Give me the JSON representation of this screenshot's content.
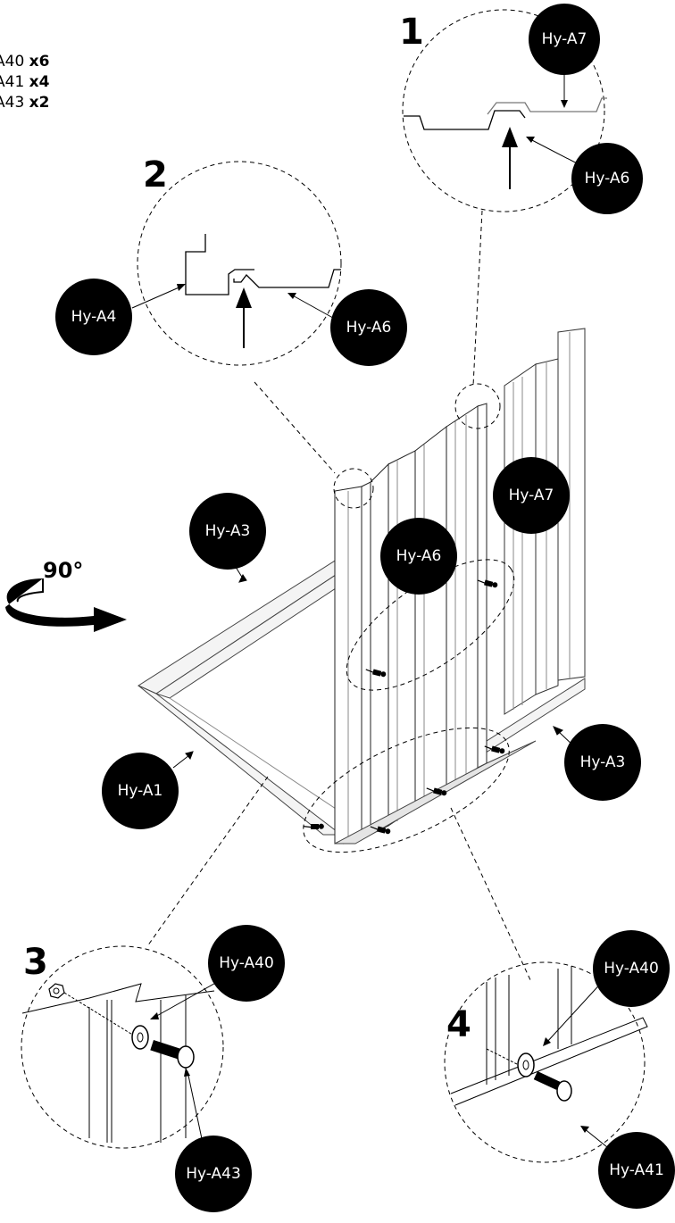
{
  "parts_list": [
    {
      "code": "A40",
      "qty": "x6"
    },
    {
      "code": "A41",
      "qty": "x4"
    },
    {
      "code": "A43",
      "qty": "x2"
    }
  ],
  "steps": [
    "1",
    "2",
    "3",
    "4"
  ],
  "rotation_label": "90°",
  "callouts": {
    "s1_a7": "Hy-A7",
    "s1_a6": "Hy-A6",
    "s2_a4": "Hy-A4",
    "s2_a6": "Hy-A6",
    "main_a3_left": "Hy-A3",
    "main_a6": "Hy-A6",
    "main_a7": "Hy-A7",
    "main_a1": "Hy-A1",
    "main_a3_right": "Hy-A3",
    "s3_a40": "Hy-A40",
    "s3_a43": "Hy-A43",
    "s4_a40": "Hy-A40",
    "s4_a41": "Hy-A41"
  }
}
